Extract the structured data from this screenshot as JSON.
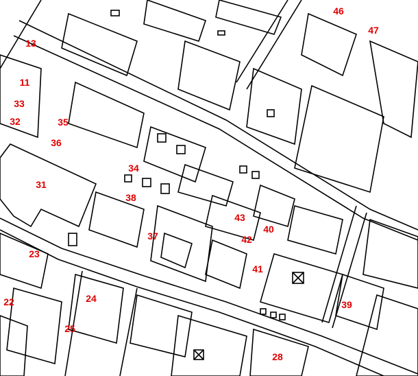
{
  "map": {
    "type": "cadastral-plan",
    "label_color": "#e00000",
    "line_color": "#000000",
    "labels": [
      "46",
      "47",
      "13",
      "11",
      "33",
      "32",
      "35",
      "36",
      "34",
      "31",
      "38",
      "43",
      "40",
      "42",
      "37",
      "23",
      "41",
      "24",
      "22",
      "39",
      "25",
      "28"
    ],
    "symbols": [
      "crossed-square-icon",
      "crossed-square-icon"
    ]
  }
}
